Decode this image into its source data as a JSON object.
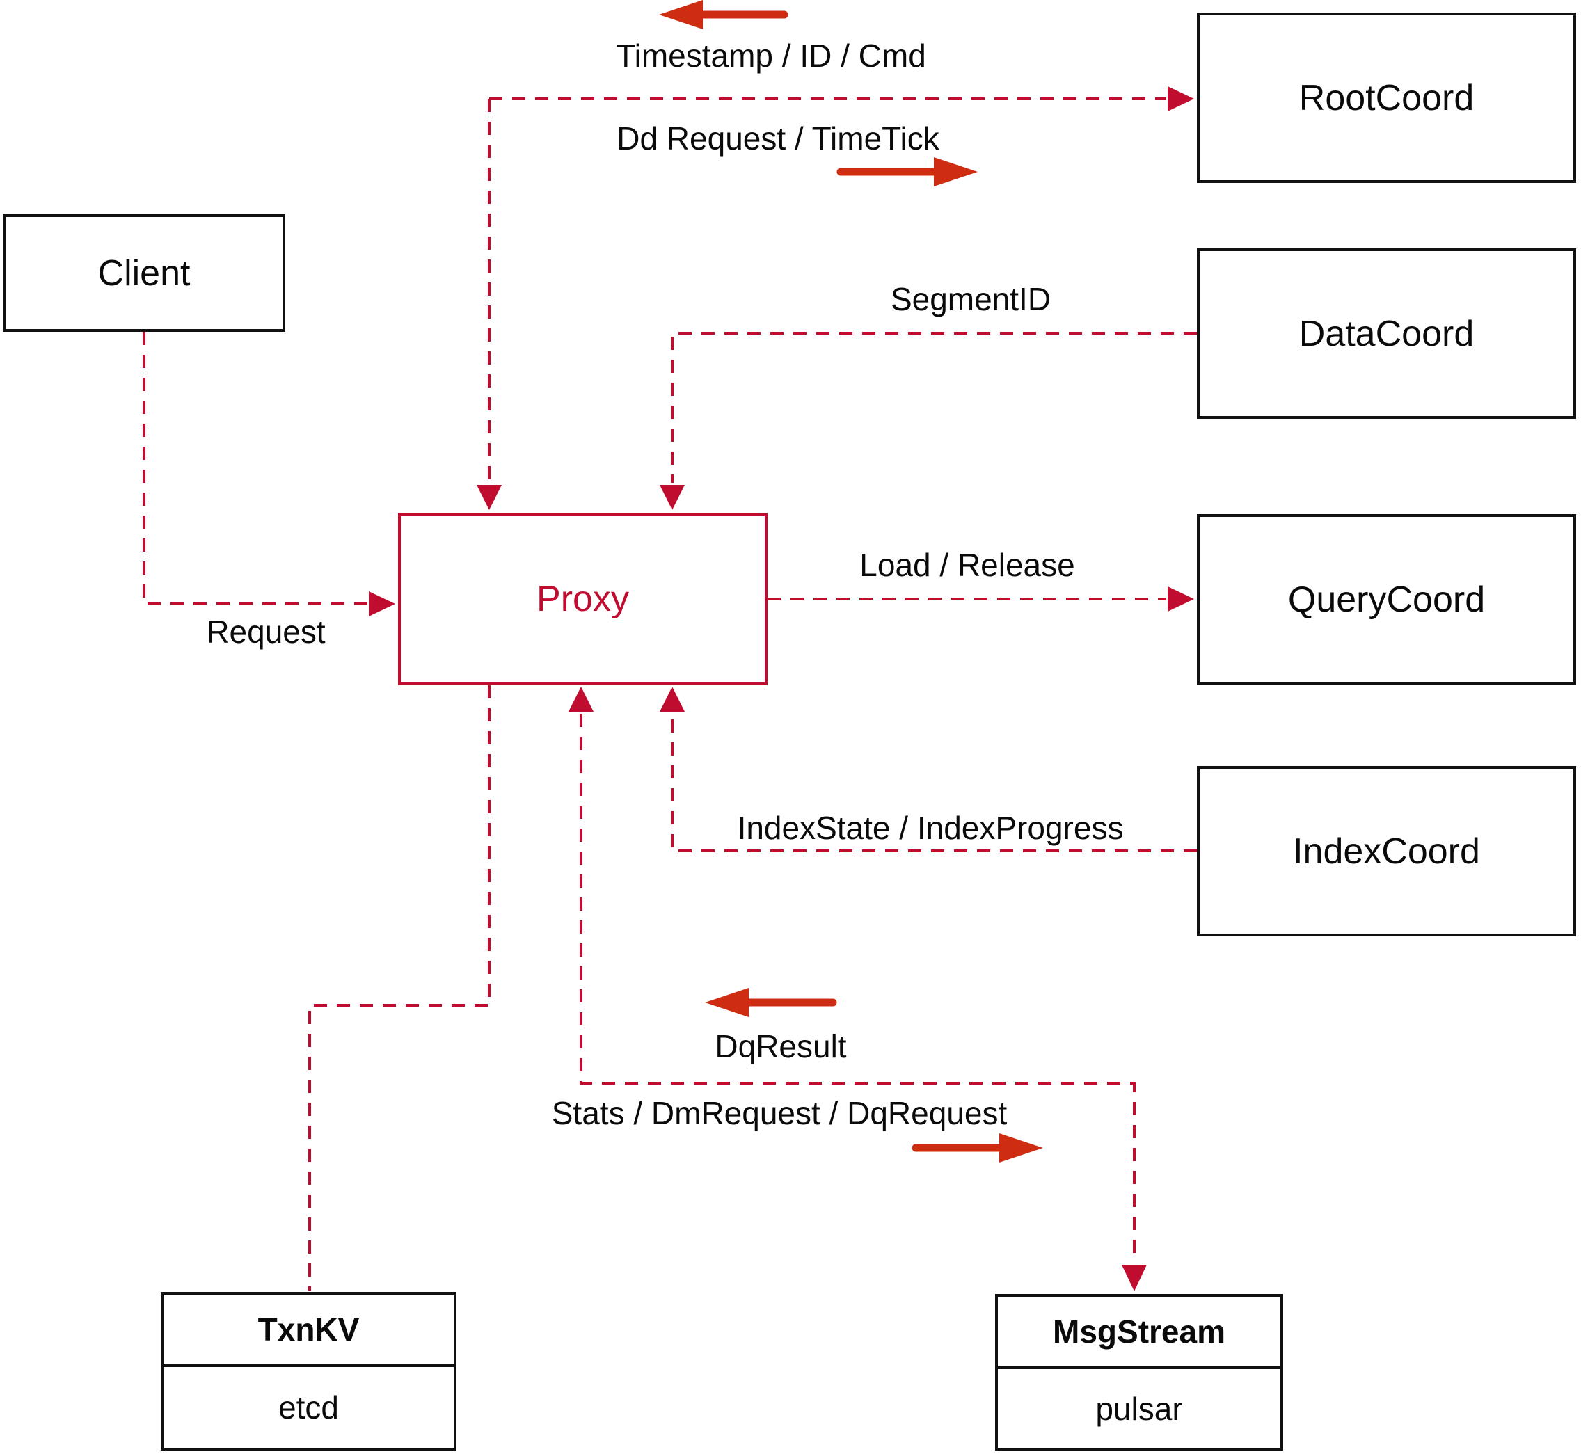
{
  "diagram": {
    "nodes": {
      "client": {
        "label": "Client"
      },
      "proxy": {
        "label": "Proxy"
      },
      "root_coord": {
        "label": "RootCoord"
      },
      "data_coord": {
        "label": "DataCoord"
      },
      "query_coord": {
        "label": "QueryCoord"
      },
      "index_coord": {
        "label": "IndexCoord"
      },
      "txn_kv": {
        "title": "TxnKV",
        "impl": "etcd"
      },
      "msg_stream": {
        "title": "MsgStream",
        "impl": "pulsar"
      }
    },
    "edges": {
      "timestamp_id_cmd": "Timestamp / ID / Cmd",
      "dd_request_timetick": "Dd Request / TimeTick",
      "segment_id": "SegmentID",
      "request": "Request",
      "load_release": "Load / Release",
      "index_state_progress": "IndexState / IndexProgress",
      "dq_result": "DqResult",
      "stats_dm_dq_request": "Stats / DmRequest / DqRequest"
    },
    "colors": {
      "connector_red": "#c00d2f",
      "direction_arrow_red": "#cf2d12",
      "box_border_black": "#111111",
      "background": "#ffffff"
    }
  }
}
